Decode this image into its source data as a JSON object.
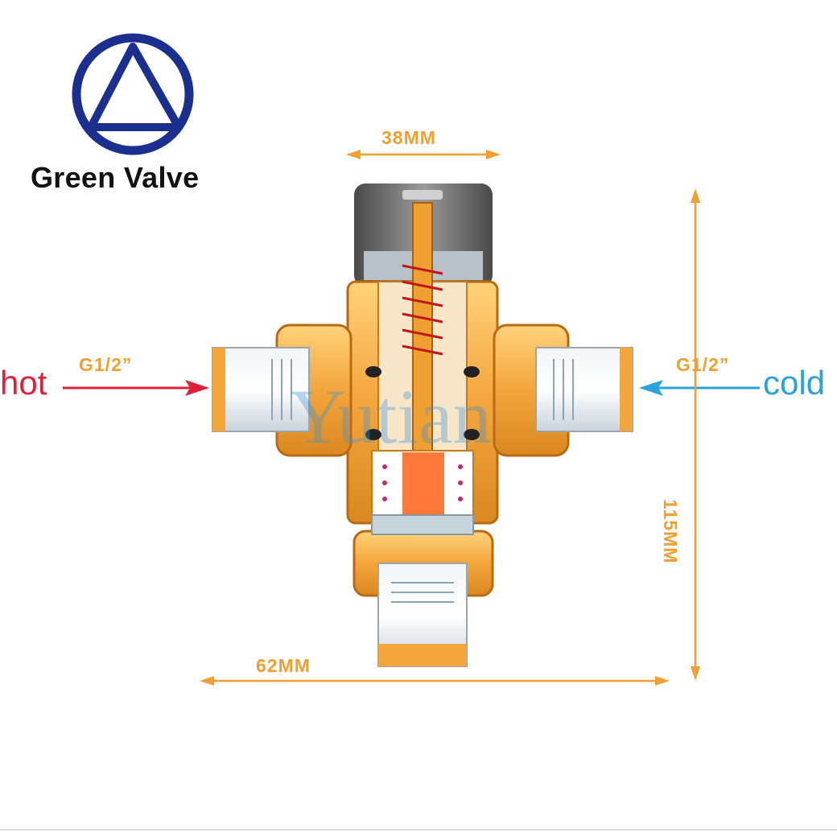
{
  "brand": {
    "name": "Green Valve",
    "logo": "circle-triangle-logo",
    "color": "#1b2f8f"
  },
  "dimensions": {
    "top_width": "38MM",
    "overall_width": "62MM",
    "height": "115MM",
    "color": "#f0a030"
  },
  "ports": {
    "hot": {
      "label": "hot",
      "thread": "G1/2”",
      "color": "#e0203a"
    },
    "cold": {
      "label": "cold",
      "thread": "G1/2”",
      "color": "#2aa2dc"
    }
  },
  "watermark": "Yutian"
}
